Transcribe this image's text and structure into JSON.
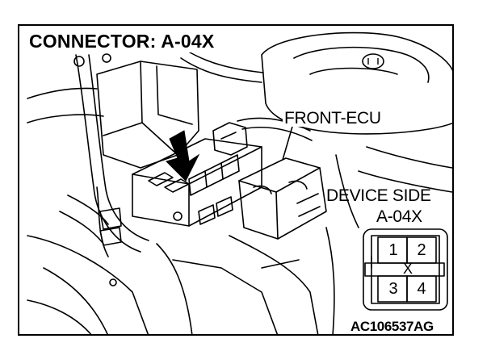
{
  "title": "CONNECTOR: A-04X",
  "labels": {
    "front_ecu": "FRONT-ECU",
    "device_side": "DEVICE SIDE",
    "connector_name": "A-04X"
  },
  "connector": {
    "pins": [
      "1",
      "2",
      "3",
      "4"
    ],
    "key_mark": "X"
  },
  "diagram_id": "AC106537AG",
  "icons": [
    "arrow-icon",
    "bolt-icon"
  ]
}
